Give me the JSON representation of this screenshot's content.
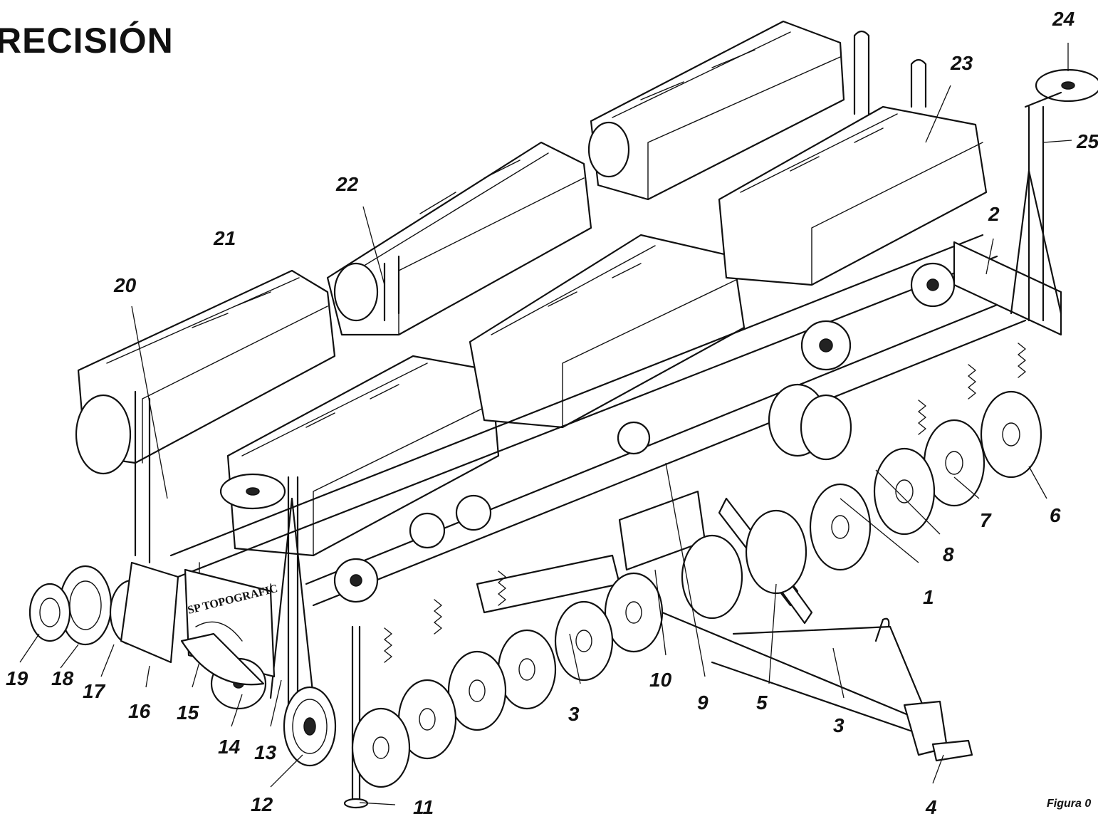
{
  "document": {
    "title": "RECISIÓN",
    "figure_label": "Figura 0",
    "brand_label": "SP TOPOGRAFIC"
  },
  "callouts": [
    "1",
    "2",
    "3",
    "3",
    "4",
    "5",
    "6",
    "7",
    "8",
    "9",
    "10",
    "11",
    "12",
    "13",
    "14",
    "15",
    "16",
    "17",
    "18",
    "19",
    "20",
    "21",
    "22",
    "23",
    "24",
    "25"
  ]
}
